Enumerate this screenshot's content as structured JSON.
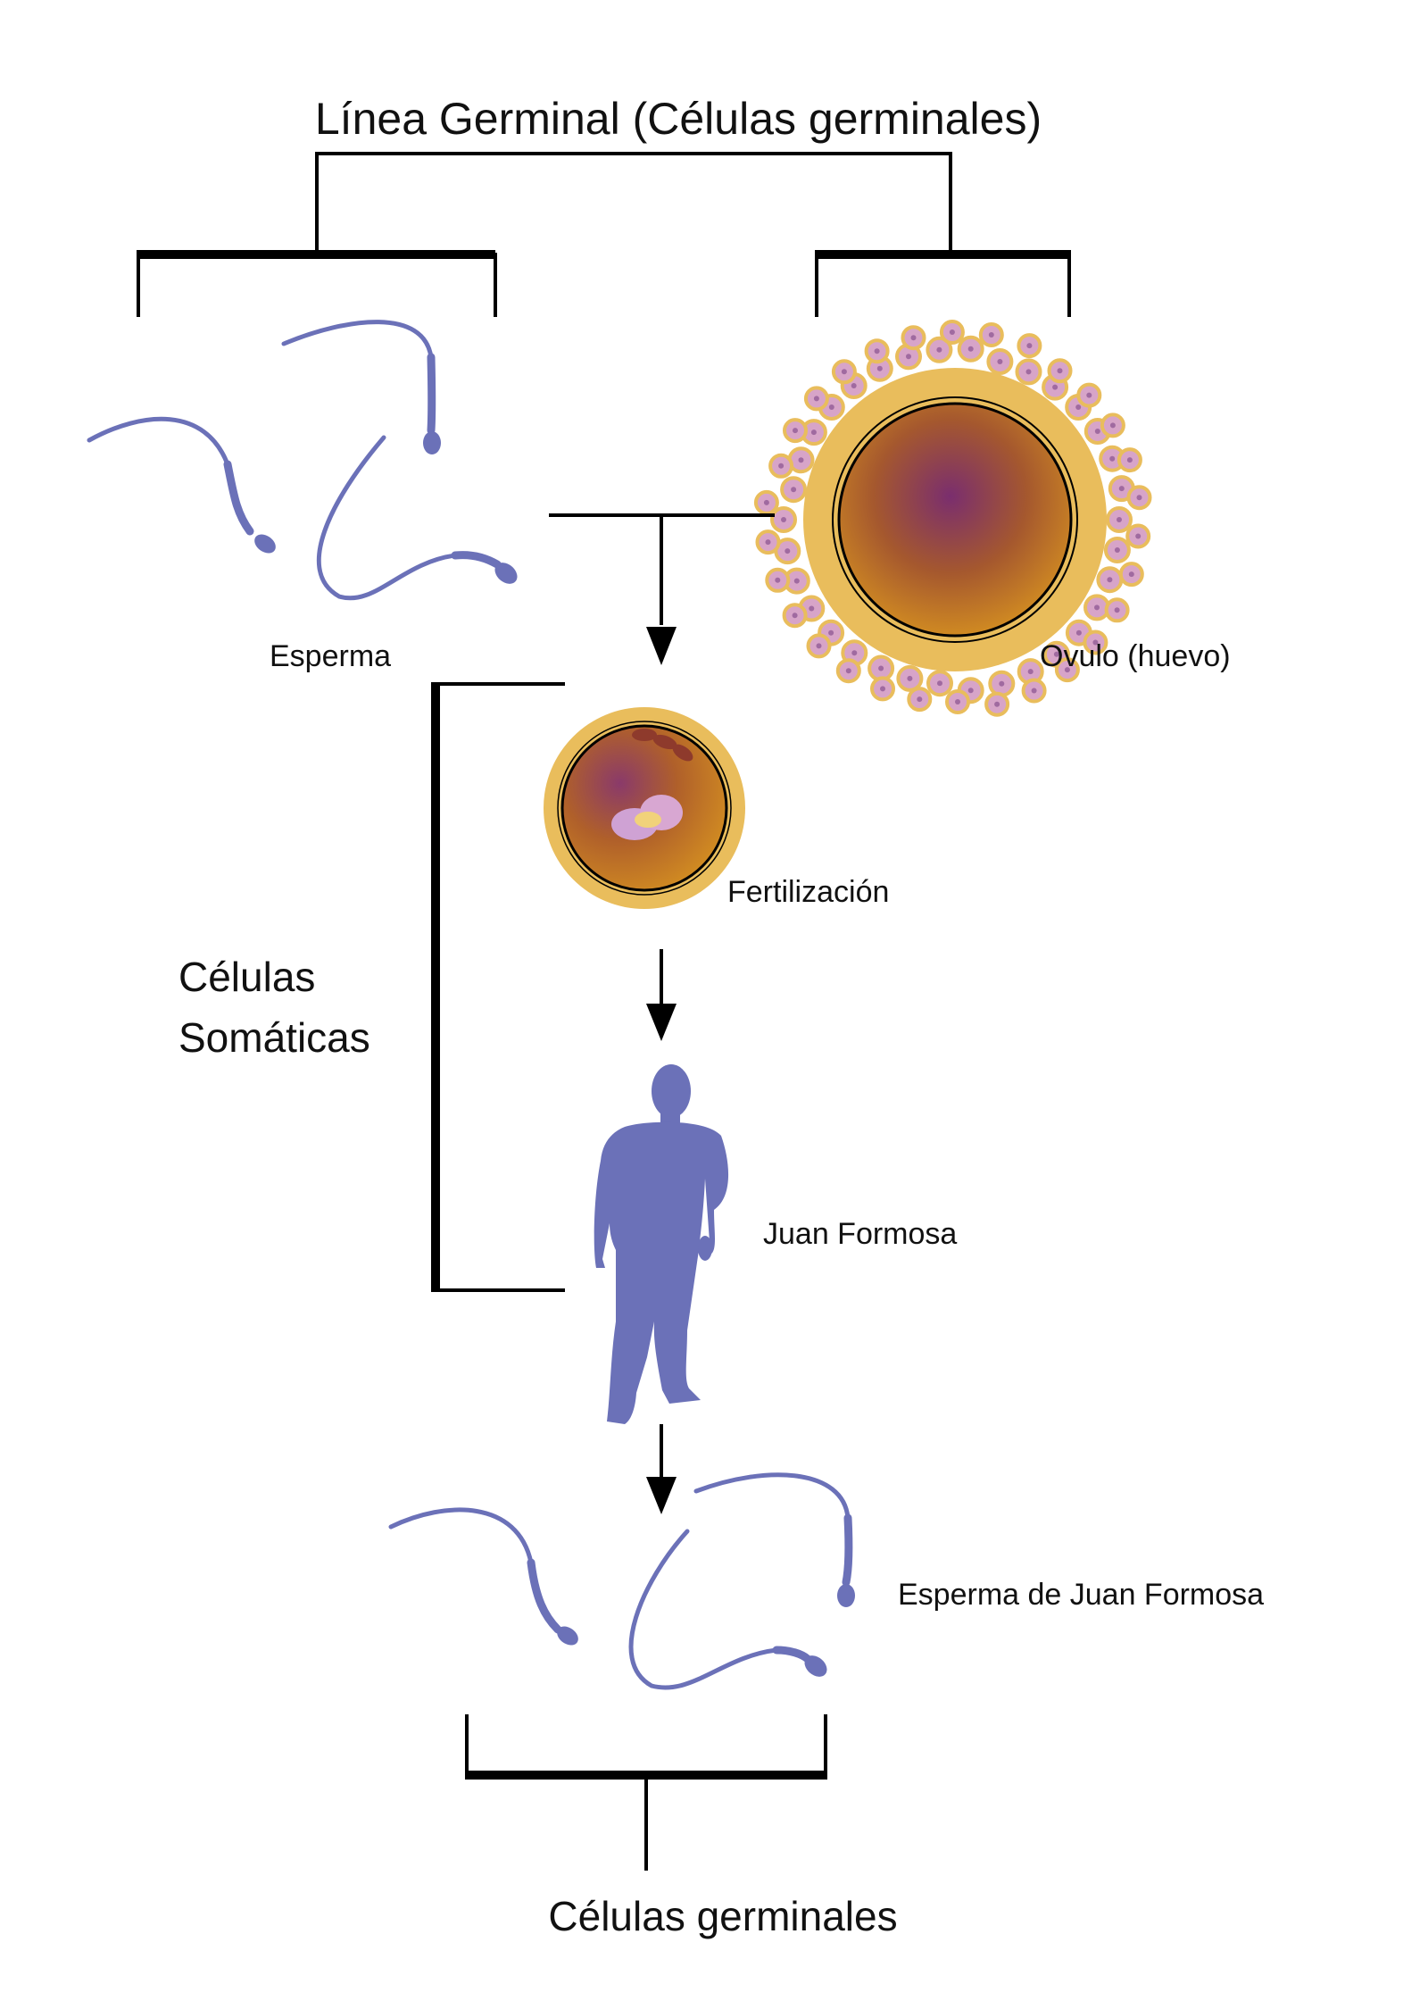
{
  "title": "Línea Germinal (Células germinales)",
  "labels": {
    "sperm": "Esperma",
    "egg": "Ovulo (huevo)",
    "fertilization": "Fertilización",
    "somatic_line1": "Células",
    "somatic_line2": "Somáticas",
    "person": "Juan Formosa",
    "person_sperm": "Esperma de Juan Formosa",
    "germ_cells": "Células germinales"
  },
  "colors": {
    "sperm": "#6b71b8",
    "egg_zona": "#e9bd5c",
    "egg_cytoplasm": "#c4781e",
    "egg_inner": "#6e2f6e",
    "follicle_cell": "#d7a4c8",
    "line": "#000000"
  },
  "icons": [
    "sperm-icon",
    "egg-cell-icon",
    "zygote-icon",
    "person-silhouette-icon",
    "arrow-down-icon"
  ]
}
